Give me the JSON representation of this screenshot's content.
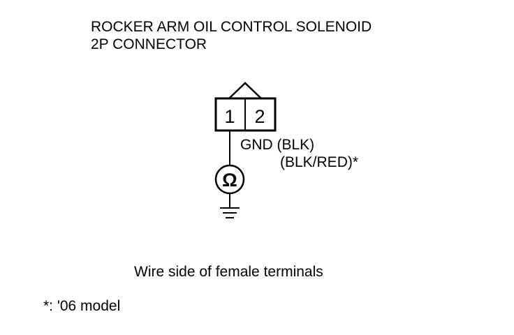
{
  "title_line1": "ROCKER ARM OIL CONTROL SOLENOID",
  "title_line2": "2P CONNECTOR",
  "connector": {
    "pins": [
      "1",
      "2"
    ]
  },
  "wire_labels": {
    "primary": "GND (BLK)",
    "alternate": "(BLK/RED)*"
  },
  "meter_symbol": "Ω",
  "meter_icon": "ohmmeter-icon",
  "ground_icon": "ground-icon",
  "caption": "Wire side of female terminals",
  "footnote": "*: '06 model",
  "colors": {
    "line": "#000000",
    "background": "#ffffff"
  }
}
